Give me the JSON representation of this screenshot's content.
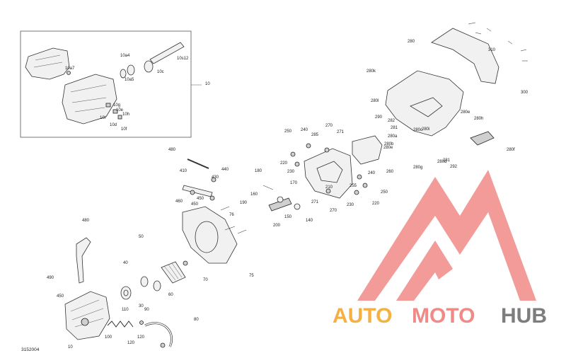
{
  "diagram_id": "3152004",
  "labels": [
    "10a7",
    "10a4",
    "10a5",
    "10c",
    "10s12",
    "10",
    "10g",
    "10e",
    "10h",
    "10l",
    "10d",
    "10f",
    "280k",
    "280",
    "310",
    "300",
    "280l",
    "290",
    "282",
    "281",
    "280a",
    "280c",
    "280b",
    "280e",
    "280i",
    "280h",
    "280f",
    "292",
    "281",
    "280d",
    "280g",
    "280e",
    "250",
    "240",
    "285",
    "270",
    "271",
    "220",
    "230",
    "260",
    "240",
    "250",
    "210",
    "255",
    "271",
    "270",
    "230",
    "220",
    "180",
    "170",
    "160",
    "150",
    "140",
    "200",
    "190",
    "75",
    "76",
    "480",
    "410",
    "440",
    "430",
    "450",
    "460",
    "450",
    "480",
    "490",
    "450",
    "50",
    "40",
    "60",
    "70",
    "30",
    "110",
    "90",
    "120",
    "100",
    "80",
    "120",
    "10"
  ],
  "watermark": {
    "word1": "AUTO",
    "word2": "MOTO",
    "word3": "HUB",
    "color_orange": "#f5b042",
    "color_red": "#f08a86",
    "color_gray": "#7d7d7d"
  }
}
